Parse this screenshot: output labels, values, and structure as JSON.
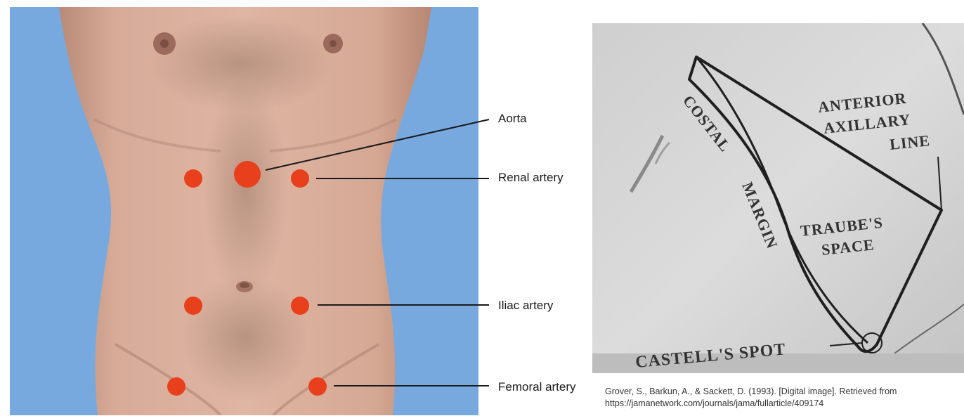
{
  "left_figure": {
    "labels": {
      "aorta": "Aorta",
      "renal": "Renal artery",
      "iliac": "Iliac artery",
      "femoral": "Femoral artery"
    },
    "marker_color": "#e8401c",
    "background_color": "#77a9df"
  },
  "right_figure": {
    "labels": {
      "costal_margin_1": "COSTAL",
      "costal_margin_2": "MARGIN",
      "anterior_1": "ANTERIOR",
      "anterior_2": "AXILLARY",
      "anterior_3": "LINE",
      "traube_1": "TRAUBE'S",
      "traube_2": "SPACE",
      "castell": "CASTELL'S SPOT"
    }
  },
  "caption": {
    "line1": "Grover, S., Barkun, A., & Sackett, D. (1993). [Digital image]. Retrieved from",
    "line2": "https://jamanetwork.com/journals/jama/fullarticle/409174"
  }
}
